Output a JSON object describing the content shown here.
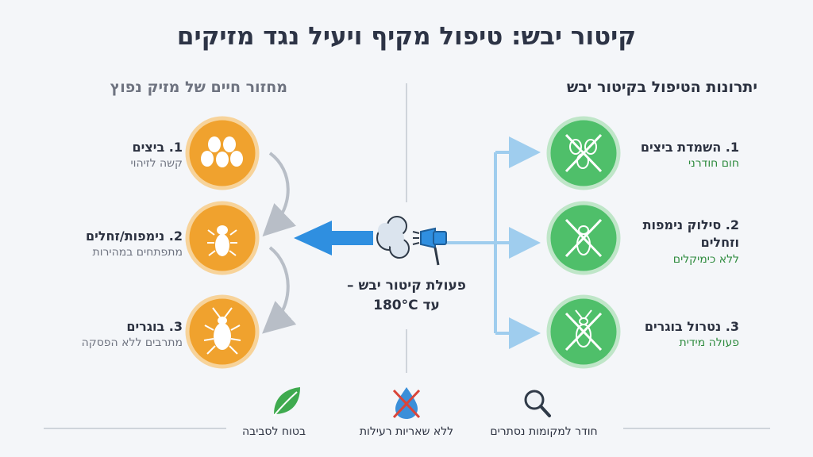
{
  "title": "קיטור יבש: טיפול מקיף ויעיל נגד מזיקים",
  "left_heading": "מחזור חיים של מזיק נפוץ",
  "right_heading": "יתרונות הטיפול בקיטור יבש",
  "lifecycle": [
    {
      "title": "1. ביצים",
      "subtitle": "קשה לזיהוי",
      "icon": "eggs-icon"
    },
    {
      "title": "2. נימפות/זחלים",
      "subtitle": "מתפתחים במהירות",
      "icon": "larva-icon"
    },
    {
      "title": "3. בוגרים",
      "subtitle": "מתרבים ללא הפסקה",
      "icon": "adult-bug-icon"
    }
  ],
  "benefits": [
    {
      "title": "1. השמדת ביצים",
      "subtitle": "חום חודרני",
      "icon": "crossed-eggs-icon"
    },
    {
      "title_line1": "2. סילוק נימפות",
      "title_line2": "וזחלים",
      "subtitle": "ללא כימיקלים",
      "icon": "crossed-larva-icon"
    },
    {
      "title": "3. נטרול בוגרים",
      "subtitle": "פעולה מידית",
      "icon": "crossed-bug-icon"
    }
  ],
  "center": {
    "line1": "פעולת קיטור יבש –",
    "line2": "עד 180°C"
  },
  "bottom": [
    {
      "label": "חודר למקומות נסתרים",
      "icon": "magnifier-icon"
    },
    {
      "label": "ללא שאריות רעילות",
      "icon": "no-toxic-drop-icon"
    },
    {
      "label": "בטוח לסביבה",
      "icon": "leaf-icon"
    }
  ],
  "colors": {
    "orange": "#f0a22e",
    "green": "#4fbf6a",
    "blue_arrow": "#2f8fe0",
    "light_blue": "#9fcdee"
  }
}
